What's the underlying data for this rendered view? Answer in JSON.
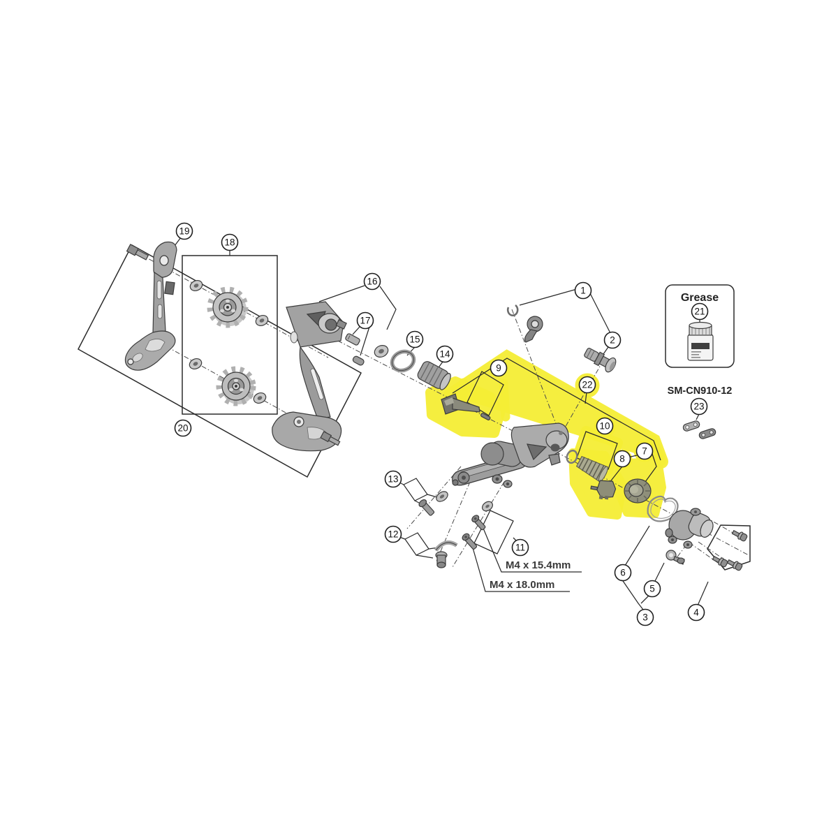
{
  "figure": {
    "type": "exploded-parts-diagram",
    "background": "#ffffff",
    "highlight_color": "#f5ee35",
    "line_color": "#2b2b2b",
    "part_fill": "#a8a8a8"
  },
  "labels": {
    "grease": "Grease",
    "chain_link_model": "SM-CN910-12",
    "bolt_spec_short": "M4 x 15.4mm",
    "bolt_spec_long": "M4 x 18.0mm"
  },
  "callouts": {
    "c1": "1",
    "c2": "2",
    "c3": "3",
    "c4": "4",
    "c5": "5",
    "c6": "6",
    "c7": "7",
    "c8": "8",
    "c9": "9",
    "c10": "10",
    "c11": "11",
    "c12": "12",
    "c13": "13",
    "c14": "14",
    "c15": "15",
    "c16": "16",
    "c17": "17",
    "c18": "18",
    "c19": "19",
    "c20": "20",
    "c21": "21",
    "c22": "22",
    "c23": "23"
  }
}
